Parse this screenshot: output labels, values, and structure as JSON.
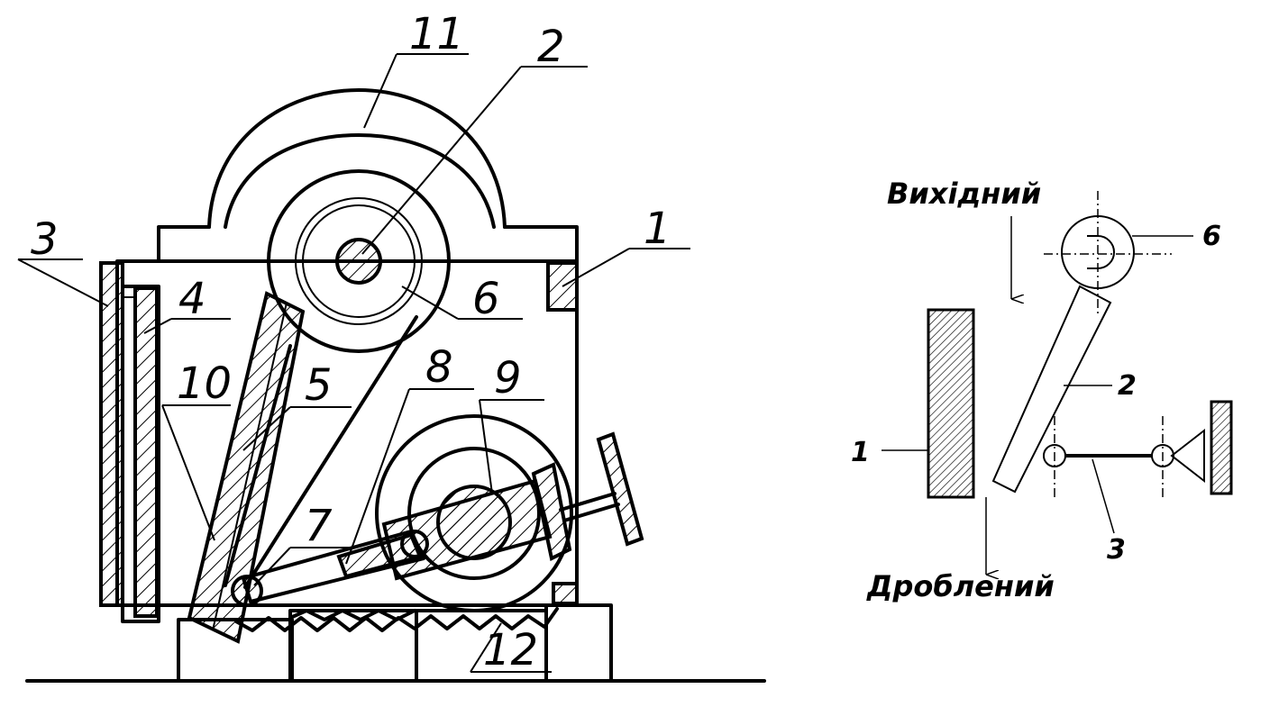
{
  "left_figure": {
    "callouts": {
      "c1": "1",
      "c2": "2",
      "c3": "3",
      "c4": "4",
      "c5": "5",
      "c6": "6",
      "c7": "7",
      "c8": "8",
      "c9": "9",
      "c10": "10",
      "c11": "11",
      "c12": "12"
    }
  },
  "right_figure": {
    "input_label": "Вихідний",
    "output_label": "Дроблений",
    "callouts": {
      "c1": "1",
      "c2": "2",
      "c3": "3",
      "c6": "6"
    }
  }
}
